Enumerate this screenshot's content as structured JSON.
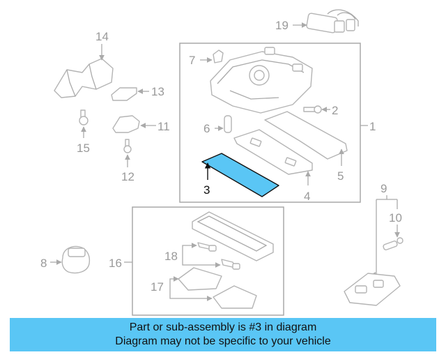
{
  "diagram": {
    "highlighted_part": "3",
    "highlight_color": "#5ac6f5",
    "callouts": [
      "1",
      "2",
      "3",
      "4",
      "5",
      "6",
      "7",
      "8",
      "9",
      "10",
      "11",
      "12",
      "13",
      "14",
      "15",
      "16",
      "17",
      "18",
      "19"
    ]
  },
  "banner": {
    "line1": "Part or sub-assembly is #3 in diagram",
    "line2": "Diagram may not be specific to your vehicle",
    "color": "#5ac6f5"
  }
}
